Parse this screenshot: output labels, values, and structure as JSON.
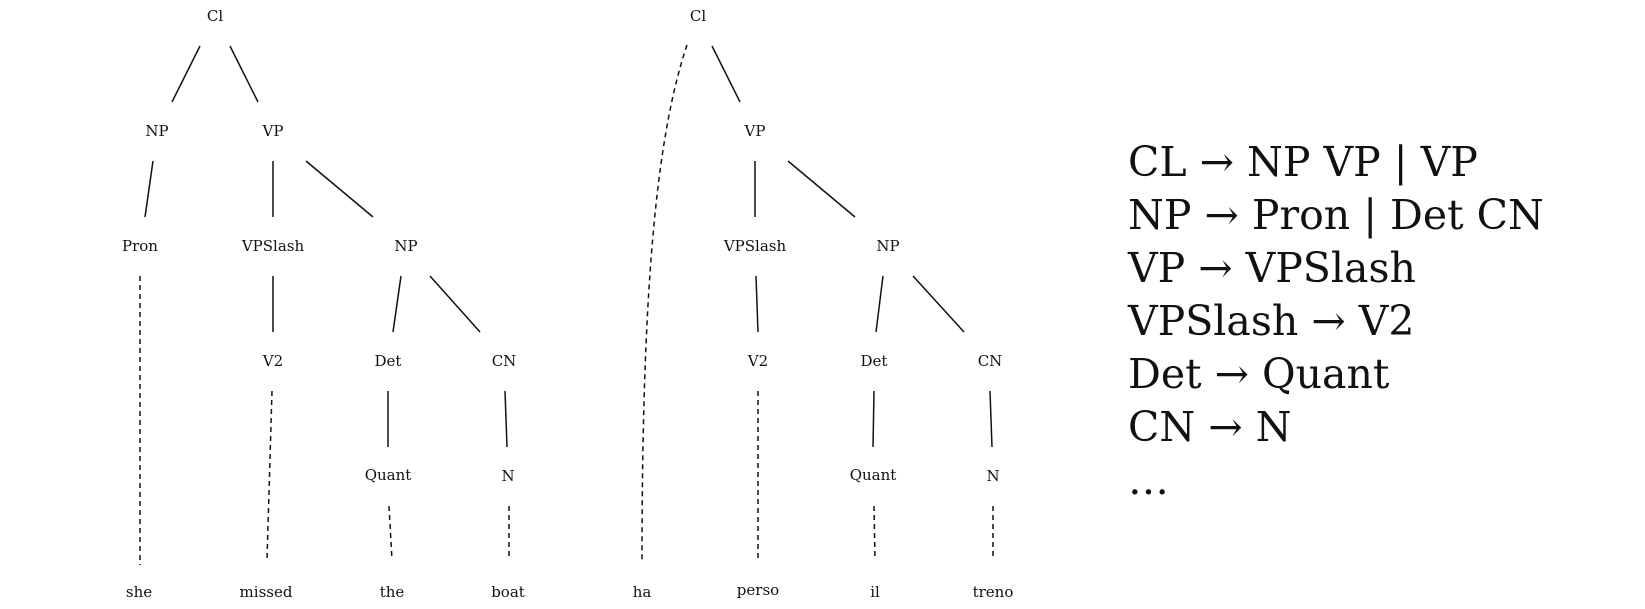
{
  "trees": [
    {
      "id": "english",
      "nodes": [
        {
          "id": "cl",
          "label": "Cl"
        },
        {
          "id": "np1",
          "label": "NP"
        },
        {
          "id": "vp",
          "label": "VP"
        },
        {
          "id": "pron",
          "label": "Pron"
        },
        {
          "id": "vpslash",
          "label": "VPSlash"
        },
        {
          "id": "np2",
          "label": "NP"
        },
        {
          "id": "v2",
          "label": "V2"
        },
        {
          "id": "det",
          "label": "Det"
        },
        {
          "id": "cn",
          "label": "CN"
        },
        {
          "id": "quant",
          "label": "Quant"
        },
        {
          "id": "n",
          "label": "N"
        },
        {
          "id": "w_she",
          "label": "she",
          "word": true
        },
        {
          "id": "w_missed",
          "label": "missed",
          "word": true
        },
        {
          "id": "w_the",
          "label": "the",
          "word": true
        },
        {
          "id": "w_boat",
          "label": "boat",
          "word": true
        }
      ],
      "edges": [
        [
          "cl",
          "np1"
        ],
        [
          "cl",
          "vp"
        ],
        [
          "np1",
          "pron"
        ],
        [
          "vp",
          "vpslash"
        ],
        [
          "vp",
          "np2"
        ],
        [
          "vpslash",
          "v2"
        ],
        [
          "np2",
          "det"
        ],
        [
          "np2",
          "cn"
        ],
        [
          "det",
          "quant"
        ],
        [
          "cn",
          "n"
        ],
        [
          "pron",
          "w_she",
          "lexical"
        ],
        [
          "v2",
          "w_missed",
          "lexical"
        ],
        [
          "quant",
          "w_the",
          "lexical"
        ],
        [
          "n",
          "w_boat",
          "lexical"
        ]
      ]
    },
    {
      "id": "italian",
      "nodes": [
        {
          "id": "cl",
          "label": "Cl"
        },
        {
          "id": "vp",
          "label": "VP"
        },
        {
          "id": "vpslash",
          "label": "VPSlash"
        },
        {
          "id": "np",
          "label": "NP"
        },
        {
          "id": "v2",
          "label": "V2"
        },
        {
          "id": "det",
          "label": "Det"
        },
        {
          "id": "cn",
          "label": "CN"
        },
        {
          "id": "quant",
          "label": "Quant"
        },
        {
          "id": "n",
          "label": "N"
        },
        {
          "id": "w_ha",
          "label": "ha",
          "word": true
        },
        {
          "id": "w_perso",
          "label": "perso",
          "word": true
        },
        {
          "id": "w_il",
          "label": "il",
          "word": true
        },
        {
          "id": "w_treno",
          "label": "treno",
          "word": true
        }
      ],
      "edges": [
        [
          "cl",
          "w_ha",
          "lexical"
        ],
        [
          "cl",
          "vp"
        ],
        [
          "vp",
          "vpslash"
        ],
        [
          "vp",
          "np"
        ],
        [
          "vpslash",
          "v2"
        ],
        [
          "np",
          "det"
        ],
        [
          "np",
          "cn"
        ],
        [
          "det",
          "quant"
        ],
        [
          "cn",
          "n"
        ],
        [
          "v2",
          "w_perso",
          "lexical"
        ],
        [
          "quant",
          "w_il",
          "lexical"
        ],
        [
          "n",
          "w_treno",
          "lexical"
        ]
      ]
    }
  ],
  "grammar": {
    "rules": [
      "CL → NP VP | VP",
      "NP → Pron | Det CN",
      "VP → VPSlash",
      "VPSlash → V2",
      "Det → Quant",
      "CN → N",
      "…"
    ]
  }
}
